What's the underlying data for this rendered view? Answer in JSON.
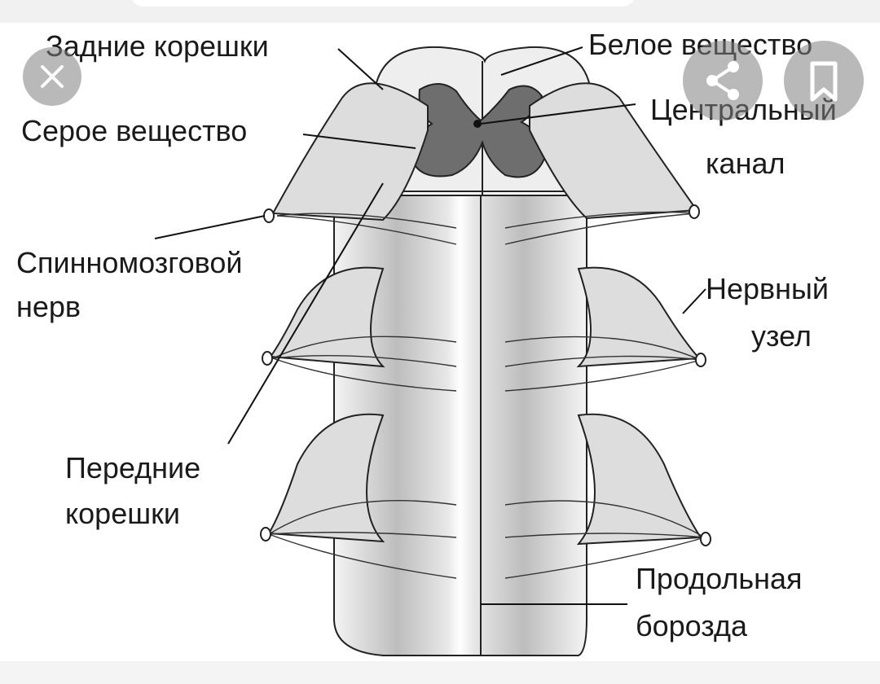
{
  "labels": {
    "posterior_roots": "Задние корешки",
    "white_matter": "Белое вещество",
    "gray_matter": "Серое вещество",
    "central_canal_line1": "Центральный",
    "central_canal_line2": "канал",
    "spinal_nerve_line1": "Спинномозговой",
    "spinal_nerve_line2": "нерв",
    "ganglion_line1": "Нервный",
    "ganglion_line2": "узел",
    "anterior_roots_line1": "Передние",
    "anterior_roots_line2": "корешки",
    "fissure_line1": "Продольная",
    "fissure_line2": "борозда"
  },
  "overlay_buttons": {
    "close_icon": "close-icon",
    "share_icon": "share-icon",
    "bookmark_icon": "bookmark-icon"
  },
  "colors": {
    "gray_matter": "#6e6e6e",
    "cord": "#d9d9d9",
    "button": "#888888"
  }
}
